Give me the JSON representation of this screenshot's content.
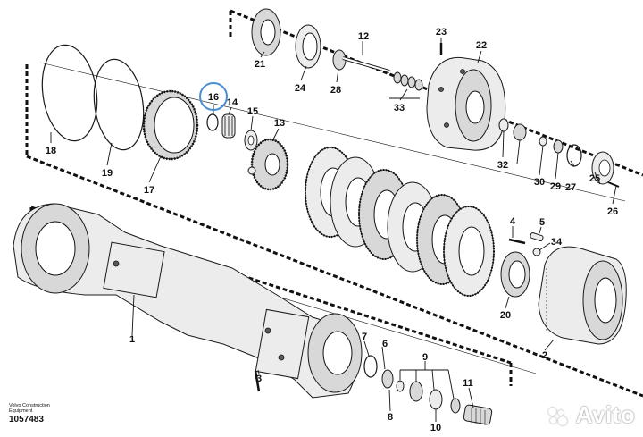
{
  "diagram": {
    "part_labels": [
      {
        "id": "1",
        "text": "1"
      },
      {
        "id": "2",
        "text": "2"
      },
      {
        "id": "3",
        "text": "3"
      },
      {
        "id": "4",
        "text": "4"
      },
      {
        "id": "5",
        "text": "5"
      },
      {
        "id": "6",
        "text": "6"
      },
      {
        "id": "7",
        "text": "7"
      },
      {
        "id": "8",
        "text": "8"
      },
      {
        "id": "9",
        "text": "9"
      },
      {
        "id": "10",
        "text": "10"
      },
      {
        "id": "11",
        "text": "11"
      },
      {
        "id": "12",
        "text": "12"
      },
      {
        "id": "13",
        "text": "13"
      },
      {
        "id": "14",
        "text": "14"
      },
      {
        "id": "15",
        "text": "15"
      },
      {
        "id": "16",
        "text": "16"
      },
      {
        "id": "17",
        "text": "17"
      },
      {
        "id": "18",
        "text": "18"
      },
      {
        "id": "19",
        "text": "19"
      },
      {
        "id": "20",
        "text": "20"
      },
      {
        "id": "21",
        "text": "21"
      },
      {
        "id": "22",
        "text": "22"
      },
      {
        "id": "23",
        "text": "23"
      },
      {
        "id": "24",
        "text": "24"
      },
      {
        "id": "25",
        "text": "25"
      },
      {
        "id": "26",
        "text": "26"
      },
      {
        "id": "27",
        "text": "27"
      },
      {
        "id": "28",
        "text": "28"
      },
      {
        "id": "29",
        "text": "29"
      },
      {
        "id": "30",
        "text": "30"
      },
      {
        "id": "32",
        "text": "32"
      },
      {
        "id": "33",
        "text": "33"
      },
      {
        "id": "34",
        "text": "34"
      }
    ],
    "highlighted_part": "16",
    "highlight_color": "#4a8fd6"
  },
  "footer": {
    "company_line1": "Volvo Construction",
    "company_line2": "Equipment",
    "drawing_number": "1057483"
  },
  "watermark": {
    "text": "Avito",
    "icon": "avito-dots-icon"
  }
}
